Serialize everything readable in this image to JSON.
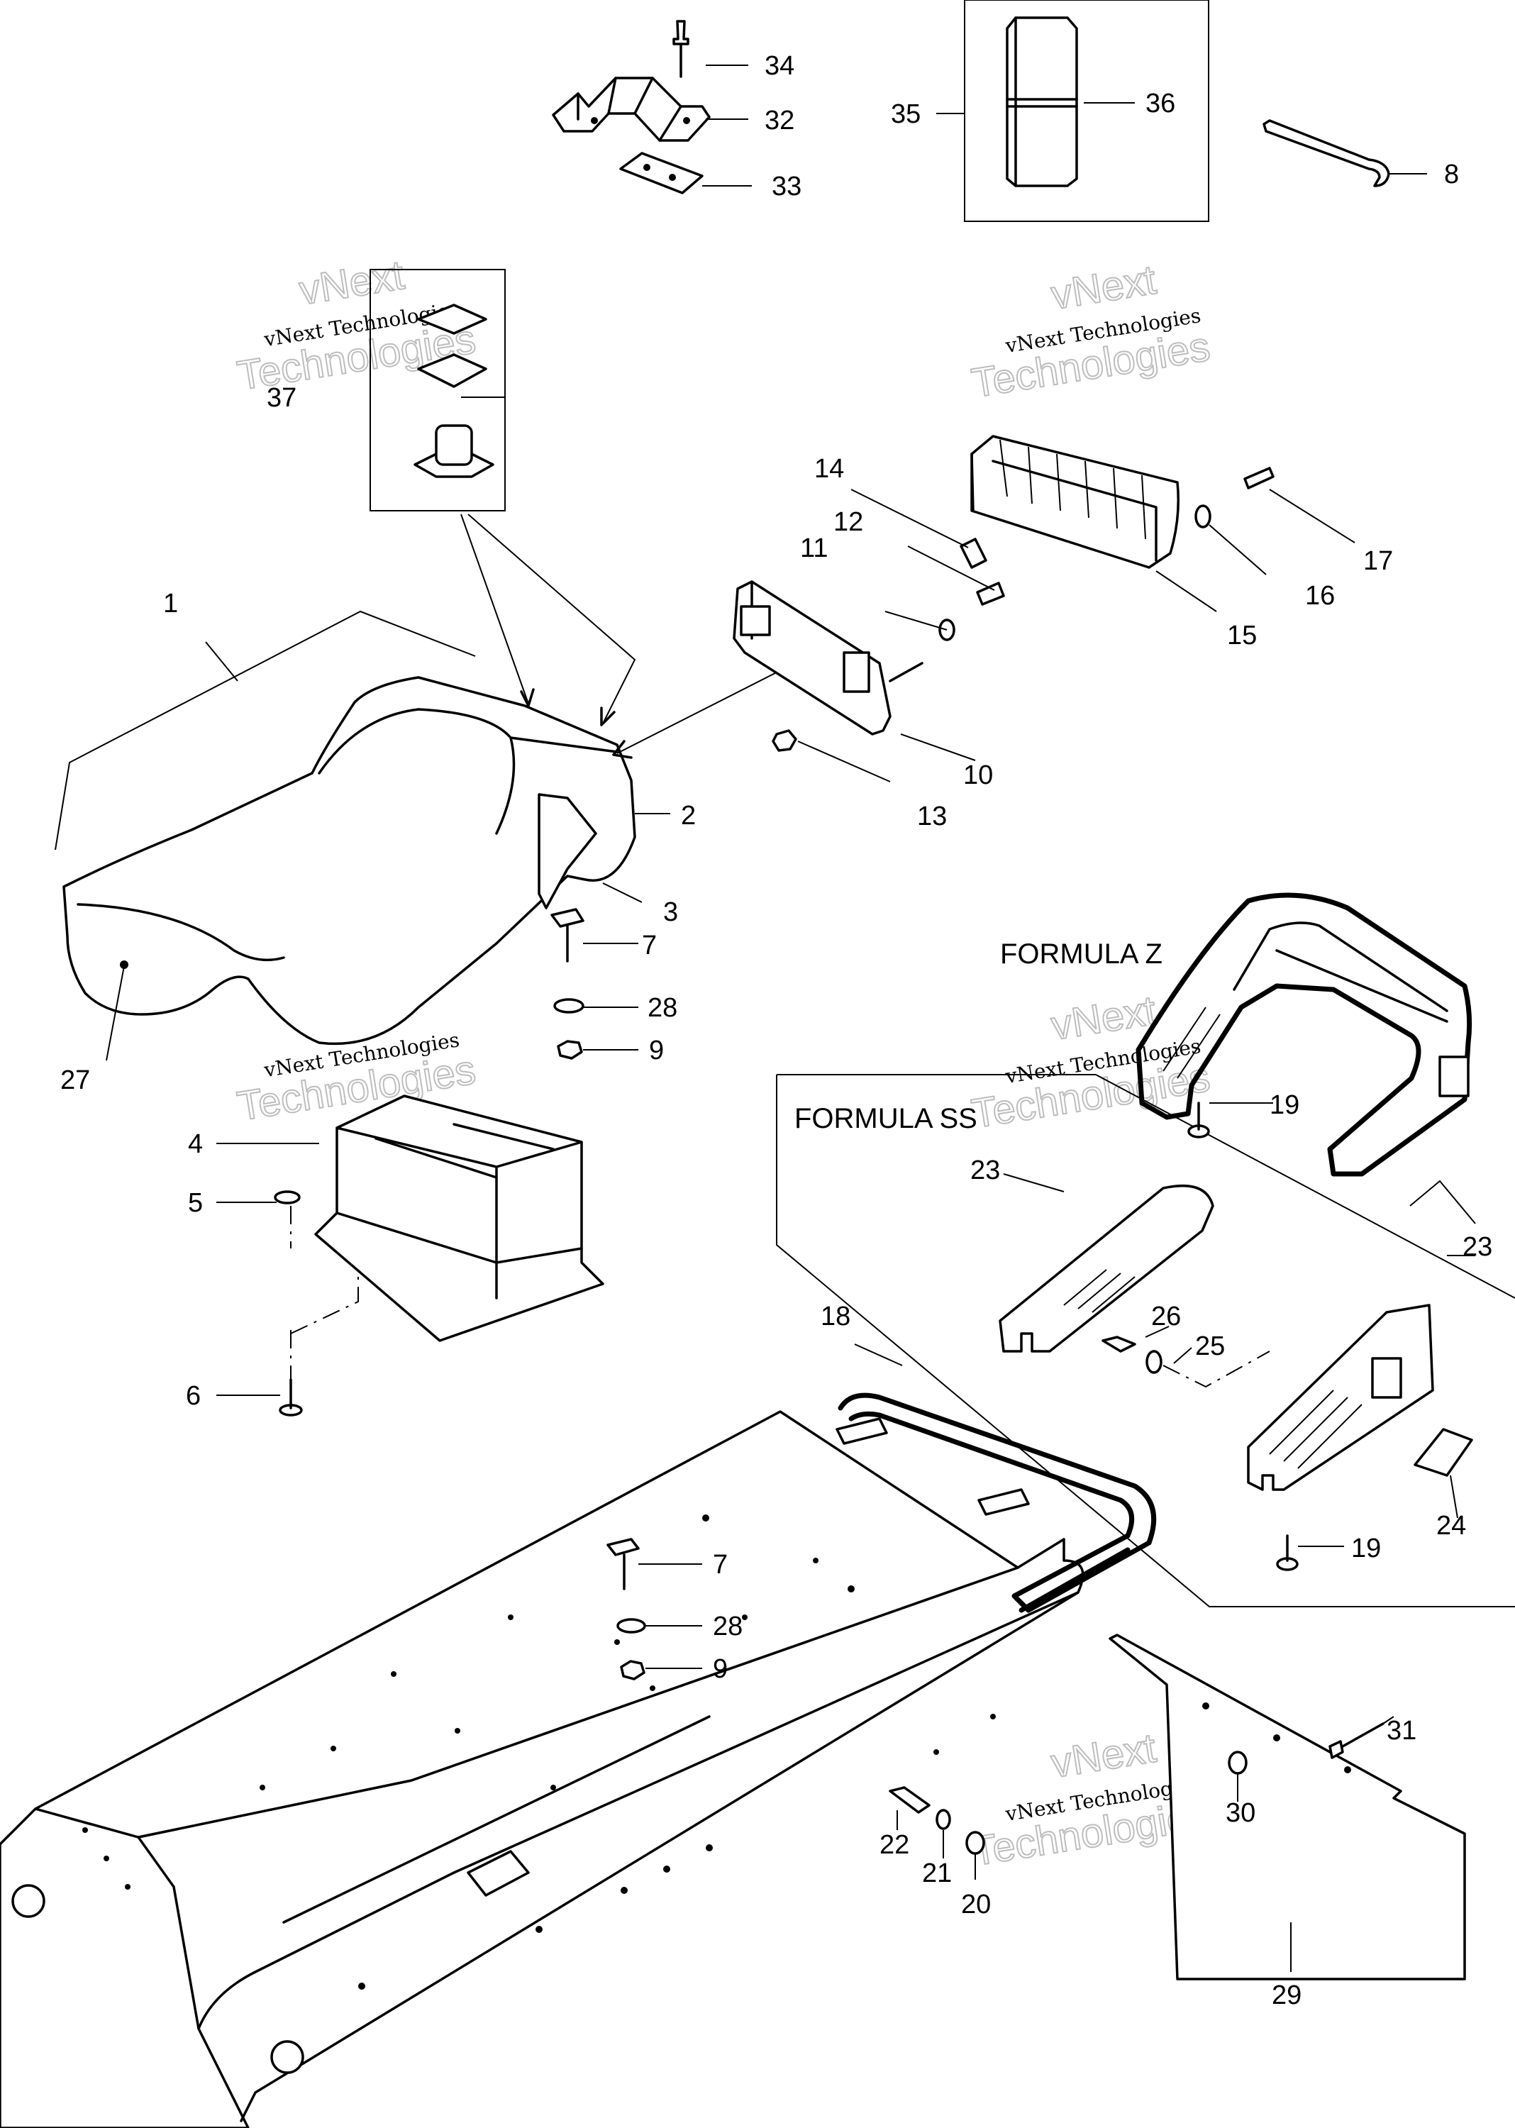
{
  "watermark": {
    "line1": "vNext",
    "line2": "vNext Technologies",
    "line3": "Technologies"
  },
  "variants": {
    "formula_z": "FORMULA Z",
    "formula_ss": "FORMULA SS"
  },
  "callouts": {
    "c1": "1",
    "c2": "2",
    "c3": "3",
    "c4": "4",
    "c5": "5",
    "c6": "6",
    "c7a": "7",
    "c7b": "7",
    "c8": "8",
    "c9a": "9",
    "c9b": "9",
    "c10": "10",
    "c11": "11",
    "c12": "12",
    "c13": "13",
    "c14": "14",
    "c15": "15",
    "c16": "16",
    "c17": "17",
    "c18": "18",
    "c19a": "19",
    "c19b": "19",
    "c20": "20",
    "c21": "21",
    "c22": "22",
    "c23a": "23",
    "c23b": "23",
    "c24": "24",
    "c25": "25",
    "c26": "26",
    "c27": "27",
    "c28a": "28",
    "c28b": "28",
    "c29": "29",
    "c30": "30",
    "c31": "31",
    "c32": "32",
    "c33": "33",
    "c34": "34",
    "c35": "35",
    "c36": "36",
    "c37": "37"
  }
}
